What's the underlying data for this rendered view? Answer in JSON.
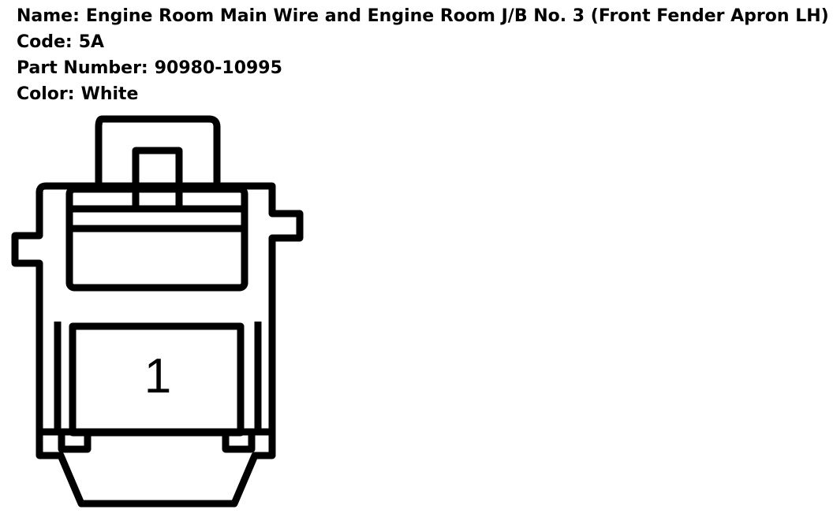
{
  "info": {
    "name_label": "Name:",
    "name_value": "Engine Room Main Wire and Engine Room J/B No. 3 (Front Fender Apron LH)",
    "code_label": "Code:",
    "code_value": "5A",
    "part_label": "Part Number:",
    "part_value": "90980-10995",
    "color_label": "Color:",
    "color_value": "White"
  },
  "connector": {
    "pin_1": "1",
    "line_color": "#000000",
    "fill_color": "#ffffff"
  }
}
